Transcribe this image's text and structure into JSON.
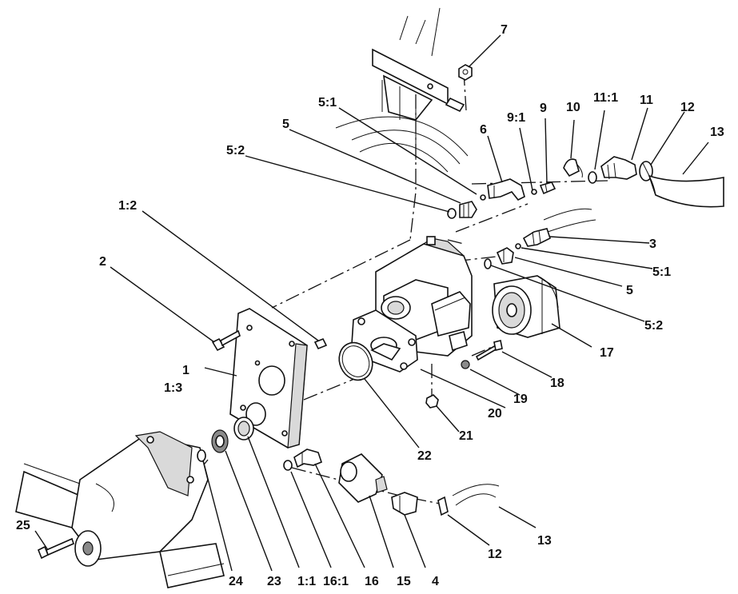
{
  "callouts": [
    {
      "id": "c7",
      "text": "7"
    },
    {
      "id": "c5_1a",
      "text": "5:1"
    },
    {
      "id": "c5a",
      "text": "5"
    },
    {
      "id": "c5_2a",
      "text": "5:2"
    },
    {
      "id": "c6",
      "text": "6"
    },
    {
      "id": "c9_1",
      "text": "9:1"
    },
    {
      "id": "c9",
      "text": "9"
    },
    {
      "id": "c10",
      "text": "10"
    },
    {
      "id": "c11_1",
      "text": "11:1"
    },
    {
      "id": "c11",
      "text": "11"
    },
    {
      "id": "c12a",
      "text": "12"
    },
    {
      "id": "c13a",
      "text": "13"
    },
    {
      "id": "c1_2",
      "text": "1:2"
    },
    {
      "id": "c2",
      "text": "2"
    },
    {
      "id": "c3",
      "text": "3"
    },
    {
      "id": "c5_1b",
      "text": "5:1"
    },
    {
      "id": "c5b",
      "text": "5"
    },
    {
      "id": "c5_2b",
      "text": "5:2"
    },
    {
      "id": "c1",
      "text": "1"
    },
    {
      "id": "c1_3",
      "text": "1:3"
    },
    {
      "id": "c17",
      "text": "17"
    },
    {
      "id": "c18",
      "text": "18"
    },
    {
      "id": "c19",
      "text": "19"
    },
    {
      "id": "c20",
      "text": "20"
    },
    {
      "id": "c21",
      "text": "21"
    },
    {
      "id": "c22",
      "text": "22"
    },
    {
      "id": "c25",
      "text": "25"
    },
    {
      "id": "c13b",
      "text": "13"
    },
    {
      "id": "c12b",
      "text": "12"
    },
    {
      "id": "c24",
      "text": "24"
    },
    {
      "id": "c23",
      "text": "23"
    },
    {
      "id": "c1_1",
      "text": "1:1"
    },
    {
      "id": "c16_1",
      "text": "16:1"
    },
    {
      "id": "c16",
      "text": "16"
    },
    {
      "id": "c15",
      "text": "15"
    },
    {
      "id": "c4",
      "text": "4"
    }
  ]
}
